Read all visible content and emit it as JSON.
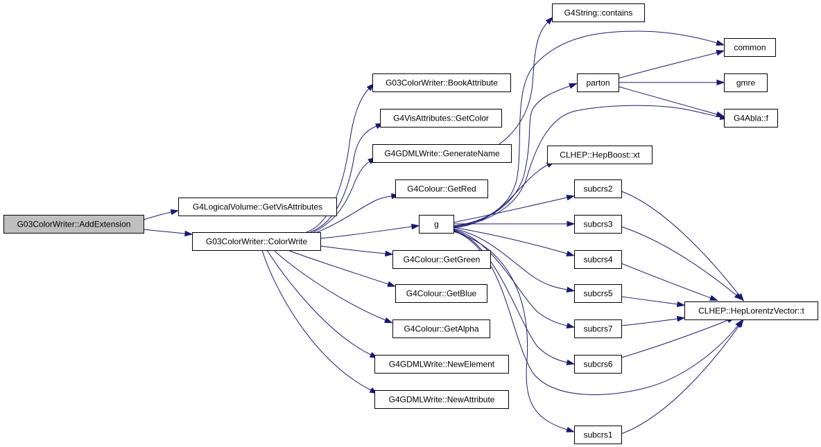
{
  "graph": {
    "nodes": [
      {
        "id": "addext",
        "label": "G03ColorWriter::AddExtension",
        "root": true
      },
      {
        "id": "getvis",
        "label": "G4LogicalVolume::GetVisAttributes"
      },
      {
        "id": "colorwrite",
        "label": "G03ColorWriter::ColorWrite"
      },
      {
        "id": "book",
        "label": "G03ColorWriter::BookAttribute"
      },
      {
        "id": "getcolor",
        "label": "G4VisAttributes::GetColor"
      },
      {
        "id": "genname",
        "label": "G4GDMLWrite::GenerateName"
      },
      {
        "id": "getred",
        "label": "G4Colour::GetRed"
      },
      {
        "id": "g",
        "label": "g"
      },
      {
        "id": "getgreen",
        "label": "G4Colour::GetGreen"
      },
      {
        "id": "getblue",
        "label": "G4Colour::GetBlue"
      },
      {
        "id": "getalpha",
        "label": "G4Colour::GetAlpha"
      },
      {
        "id": "newelem",
        "label": "G4GDMLWrite::NewElement"
      },
      {
        "id": "newattr",
        "label": "G4GDMLWrite::NewAttribute"
      },
      {
        "id": "contains",
        "label": "G4String::contains"
      },
      {
        "id": "parton",
        "label": "parton"
      },
      {
        "id": "xt",
        "label": "CLHEP::HepBoost::xt"
      },
      {
        "id": "subcrs2",
        "label": "subcrs2"
      },
      {
        "id": "subcrs3",
        "label": "subcrs3"
      },
      {
        "id": "subcrs4",
        "label": "subcrs4"
      },
      {
        "id": "subcrs5",
        "label": "subcrs5"
      },
      {
        "id": "subcrs7",
        "label": "subcrs7"
      },
      {
        "id": "subcrs6",
        "label": "subcrs6"
      },
      {
        "id": "subcrs1",
        "label": "subcrs1"
      },
      {
        "id": "common",
        "label": "common"
      },
      {
        "id": "gmre",
        "label": "gmre"
      },
      {
        "id": "abla",
        "label": "G4Abla::f"
      },
      {
        "id": "lorentz",
        "label": "CLHEP::HepLorentzVector::t"
      }
    ],
    "edges": [
      {
        "from": "addext",
        "to": "getvis"
      },
      {
        "from": "addext",
        "to": "colorwrite"
      },
      {
        "from": "colorwrite",
        "to": "book"
      },
      {
        "from": "colorwrite",
        "to": "getcolor"
      },
      {
        "from": "colorwrite",
        "to": "genname"
      },
      {
        "from": "colorwrite",
        "to": "getred"
      },
      {
        "from": "colorwrite",
        "to": "g"
      },
      {
        "from": "colorwrite",
        "to": "getgreen"
      },
      {
        "from": "colorwrite",
        "to": "getblue"
      },
      {
        "from": "colorwrite",
        "to": "getalpha"
      },
      {
        "from": "colorwrite",
        "to": "newelem"
      },
      {
        "from": "colorwrite",
        "to": "newattr"
      },
      {
        "from": "genname",
        "to": "contains"
      },
      {
        "from": "g",
        "to": "common"
      },
      {
        "from": "g",
        "to": "parton"
      },
      {
        "from": "g",
        "to": "abla"
      },
      {
        "from": "g",
        "to": "xt"
      },
      {
        "from": "g",
        "to": "subcrs2"
      },
      {
        "from": "g",
        "to": "subcrs3"
      },
      {
        "from": "g",
        "to": "subcrs4"
      },
      {
        "from": "g",
        "to": "subcrs5"
      },
      {
        "from": "g",
        "to": "subcrs7"
      },
      {
        "from": "g",
        "to": "subcrs6"
      },
      {
        "from": "g",
        "to": "lorentz"
      },
      {
        "from": "g",
        "to": "subcrs1"
      },
      {
        "from": "parton",
        "to": "common"
      },
      {
        "from": "parton",
        "to": "gmre"
      },
      {
        "from": "parton",
        "to": "abla"
      },
      {
        "from": "subcrs2",
        "to": "lorentz"
      },
      {
        "from": "subcrs3",
        "to": "lorentz"
      },
      {
        "from": "subcrs4",
        "to": "lorentz"
      },
      {
        "from": "subcrs5",
        "to": "lorentz"
      },
      {
        "from": "subcrs7",
        "to": "lorentz"
      },
      {
        "from": "subcrs6",
        "to": "lorentz"
      },
      {
        "from": "subcrs1",
        "to": "lorentz"
      }
    ]
  },
  "colors": {
    "edge": "#191970",
    "root_fill": "#bfbfbf",
    "node_fill": "#ffffff",
    "node_border": "#000000"
  }
}
